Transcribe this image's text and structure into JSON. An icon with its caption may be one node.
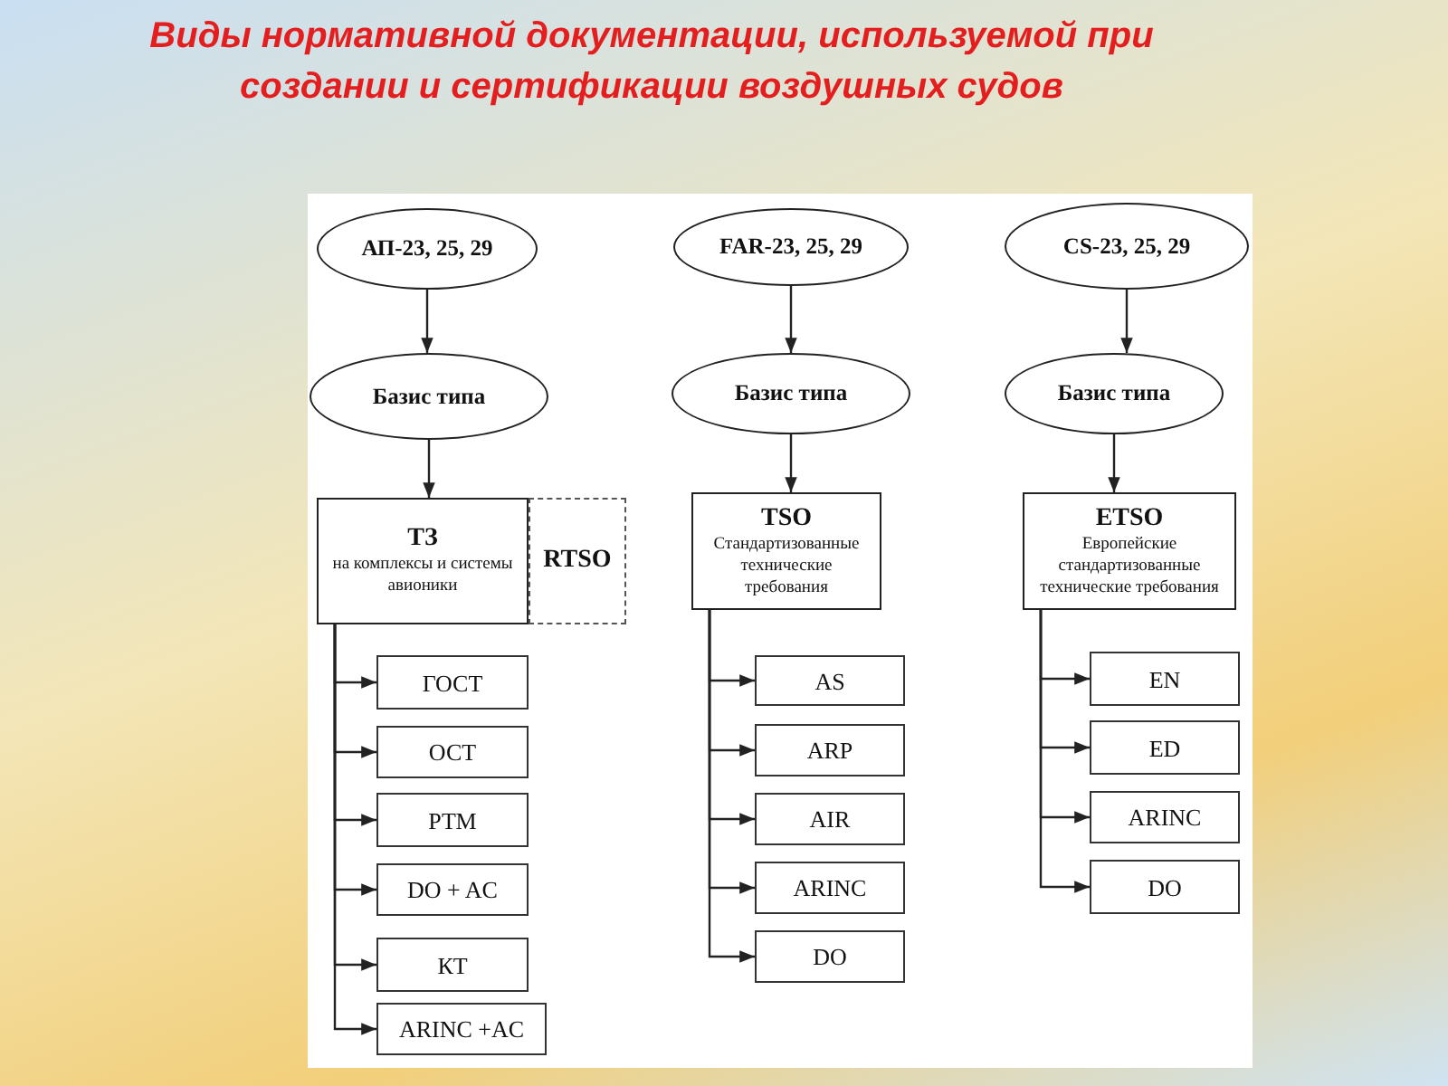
{
  "diagram": {
    "title": "Виды нормативной документации, используемой при создании и сертификации воздушных судов",
    "nodes": [
      {
        "text": [
          "АП-23, 25, 29"
        ]
      },
      {
        "text": [
          "Базис типа"
        ]
      },
      {
        "text": [
          "ТЗ",
          "на комплексы и системы авионики"
        ]
      },
      {
        "text": [
          "RTSO"
        ]
      },
      {
        "text": [
          "ГОСТ"
        ]
      },
      {
        "text": [
          "ОСТ"
        ]
      },
      {
        "text": [
          "РТМ"
        ]
      },
      {
        "text": [
          "DO + AC"
        ]
      },
      {
        "text": [
          "КТ"
        ]
      },
      {
        "text": [
          "ARINC +AC"
        ]
      },
      {
        "text": [
          "FAR-23, 25, 29"
        ]
      },
      {
        "text": [
          "Базис типа"
        ]
      },
      {
        "text": [
          "TSO",
          "Стандартизованные технические требования"
        ]
      },
      {
        "text": [
          "AS"
        ]
      },
      {
        "text": [
          "ARP"
        ]
      },
      {
        "text": [
          "AIR"
        ]
      },
      {
        "text": [
          "ARINC"
        ]
      },
      {
        "text": [
          "DO"
        ]
      },
      {
        "text": [
          "CS-23, 25, 29"
        ]
      },
      {
        "text": [
          "Базис типа"
        ]
      },
      {
        "text": [
          "ETSO",
          "Европейские стандартизованные технические требования"
        ]
      },
      {
        "text": [
          "EN"
        ]
      },
      {
        "text": [
          "ED"
        ]
      },
      {
        "text": [
          "ARINC"
        ]
      },
      {
        "text": [
          "DO"
        ]
      }
    ],
    "edges": [
      {
        "from": 0,
        "to": 1,
        "arrow": "to"
      },
      {
        "from": 1,
        "to": 2,
        "arrow": "to"
      },
      {
        "from": 2,
        "to": 4,
        "arrow": "to"
      },
      {
        "from": 2,
        "to": 5,
        "arrow": "to"
      },
      {
        "from": 2,
        "to": 6,
        "arrow": "to"
      },
      {
        "from": 2,
        "to": 7,
        "arrow": "to"
      },
      {
        "from": 2,
        "to": 8,
        "arrow": "to"
      },
      {
        "from": 2,
        "to": 9,
        "arrow": "to"
      },
      {
        "from": 10,
        "to": 11,
        "arrow": "to"
      },
      {
        "from": 11,
        "to": 12,
        "arrow": "to"
      },
      {
        "from": 12,
        "to": 13,
        "arrow": "to"
      },
      {
        "from": 12,
        "to": 14,
        "arrow": "to"
      },
      {
        "from": 12,
        "to": 15,
        "arrow": "to"
      },
      {
        "from": 12,
        "to": 16,
        "arrow": "to"
      },
      {
        "from": 12,
        "to": 17,
        "arrow": "to"
      },
      {
        "from": 18,
        "to": 19,
        "arrow": "to"
      },
      {
        "from": 19,
        "to": 20,
        "arrow": "to"
      },
      {
        "from": 20,
        "to": 21,
        "arrow": "to"
      },
      {
        "from": 20,
        "to": 22,
        "arrow": "to"
      },
      {
        "from": 20,
        "to": 23,
        "arrow": "to"
      },
      {
        "from": 20,
        "to": 24,
        "arrow": "to"
      }
    ]
  }
}
